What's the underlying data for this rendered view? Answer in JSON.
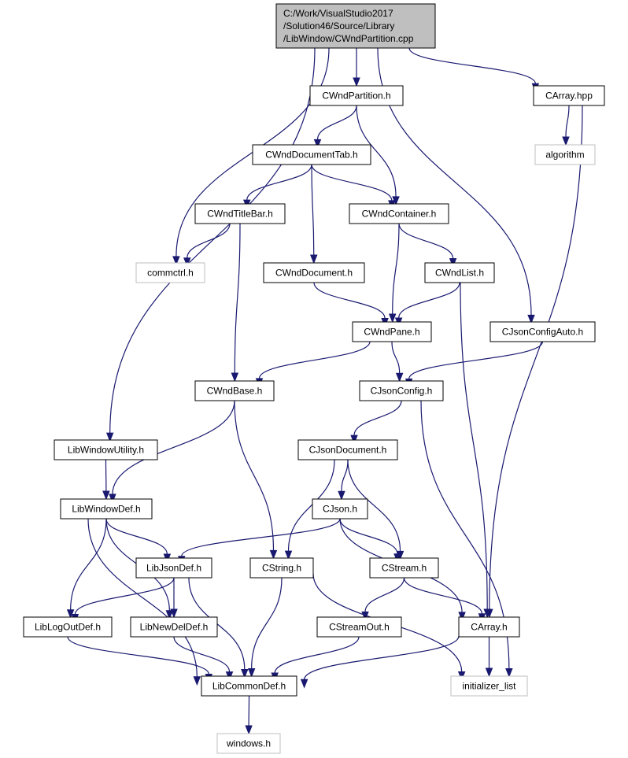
{
  "graph": {
    "root": {
      "lines": [
        "C:/Work/VisualStudio2017",
        "/Solution46/Source/Library",
        "/LibWindow/CWndPartition.cpp"
      ]
    },
    "nodes": [
      {
        "id": "CWndPartition_h",
        "label": "CWndPartition.h",
        "external": false
      },
      {
        "id": "CArray_hpp",
        "label": "CArray.hpp",
        "external": false
      },
      {
        "id": "algorithm",
        "label": "algorithm",
        "external": true
      },
      {
        "id": "CWndDocumentTab_h",
        "label": "CWndDocumentTab.h",
        "external": false
      },
      {
        "id": "CWndTitleBar_h",
        "label": "CWndTitleBar.h",
        "external": false
      },
      {
        "id": "CWndContainer_h",
        "label": "CWndContainer.h",
        "external": false
      },
      {
        "id": "commctrl_h",
        "label": "commctrl.h",
        "external": true
      },
      {
        "id": "CWndDocument_h",
        "label": "CWndDocument.h",
        "external": false
      },
      {
        "id": "CWndList_h",
        "label": "CWndList.h",
        "external": false
      },
      {
        "id": "CWndPane_h",
        "label": "CWndPane.h",
        "external": false
      },
      {
        "id": "CJsonConfigAuto_h",
        "label": "CJsonConfigAuto.h",
        "external": false
      },
      {
        "id": "CWndBase_h",
        "label": "CWndBase.h",
        "external": false
      },
      {
        "id": "CJsonConfig_h",
        "label": "CJsonConfig.h",
        "external": false
      },
      {
        "id": "LibWindowUtility_h",
        "label": "LibWindowUtility.h",
        "external": false
      },
      {
        "id": "CJsonDocument_h",
        "label": "CJsonDocument.h",
        "external": false
      },
      {
        "id": "LibWindowDef_h",
        "label": "LibWindowDef.h",
        "external": false
      },
      {
        "id": "CJson_h",
        "label": "CJson.h",
        "external": false
      },
      {
        "id": "LibJsonDef_h",
        "label": "LibJsonDef.h",
        "external": false
      },
      {
        "id": "CString_h",
        "label": "CString.h",
        "external": false
      },
      {
        "id": "CStream_h",
        "label": "CStream.h",
        "external": false
      },
      {
        "id": "LibLogOutDef_h",
        "label": "LibLogOutDef.h",
        "external": false
      },
      {
        "id": "LibNewDelDef_h",
        "label": "LibNewDelDef.h",
        "external": false
      },
      {
        "id": "CStreamOut_h",
        "label": "CStreamOut.h",
        "external": false
      },
      {
        "id": "CArray_h",
        "label": "CArray.h",
        "external": false
      },
      {
        "id": "LibCommonDef_h",
        "label": "LibCommonDef.h",
        "external": false
      },
      {
        "id": "initializer_list",
        "label": "initializer_list",
        "external": true
      },
      {
        "id": "windows_h",
        "label": "windows.h",
        "external": true
      }
    ],
    "edges": [
      {
        "from": "root",
        "to": "CWndPartition_h"
      },
      {
        "from": "root",
        "to": "CArray_hpp"
      },
      {
        "from": "root",
        "to": "commctrl_h"
      },
      {
        "from": "root",
        "to": "LibWindowUtility_h"
      },
      {
        "from": "root",
        "to": "CJsonConfigAuto_h"
      },
      {
        "from": "CWndPartition_h",
        "to": "CWndDocumentTab_h"
      },
      {
        "from": "CWndPartition_h",
        "to": "CWndContainer_h"
      },
      {
        "from": "CArray_hpp",
        "to": "algorithm"
      },
      {
        "from": "CArray_hpp",
        "to": "CArray_h"
      },
      {
        "from": "CWndDocumentTab_h",
        "to": "CWndTitleBar_h"
      },
      {
        "from": "CWndDocumentTab_h",
        "to": "CWndContainer_h"
      },
      {
        "from": "CWndDocumentTab_h",
        "to": "CWndDocument_h"
      },
      {
        "from": "CWndTitleBar_h",
        "to": "commctrl_h"
      },
      {
        "from": "CWndTitleBar_h",
        "to": "CWndBase_h"
      },
      {
        "from": "CWndContainer_h",
        "to": "CWndList_h"
      },
      {
        "from": "CWndContainer_h",
        "to": "CWndPane_h"
      },
      {
        "from": "CWndDocument_h",
        "to": "CWndPane_h"
      },
      {
        "from": "CWndList_h",
        "to": "CWndPane_h"
      },
      {
        "from": "CWndList_h",
        "to": "CArray_h"
      },
      {
        "from": "CWndPane_h",
        "to": "CWndBase_h"
      },
      {
        "from": "CWndPane_h",
        "to": "CJsonConfig_h"
      },
      {
        "from": "CJsonConfigAuto_h",
        "to": "CJsonConfig_h"
      },
      {
        "from": "CWndBase_h",
        "to": "LibWindowDef_h"
      },
      {
        "from": "CWndBase_h",
        "to": "CString_h"
      },
      {
        "from": "CJsonConfig_h",
        "to": "CJsonDocument_h"
      },
      {
        "from": "CJsonConfig_h",
        "to": "initializer_list"
      },
      {
        "from": "LibWindowUtility_h",
        "to": "LibWindowDef_h"
      },
      {
        "from": "CJsonDocument_h",
        "to": "CJson_h"
      },
      {
        "from": "CJsonDocument_h",
        "to": "CString_h"
      },
      {
        "from": "CJsonDocument_h",
        "to": "CStream_h"
      },
      {
        "from": "LibWindowDef_h",
        "to": "LibJsonDef_h"
      },
      {
        "from": "LibWindowDef_h",
        "to": "LibLogOutDef_h"
      },
      {
        "from": "LibWindowDef_h",
        "to": "LibNewDelDef_h"
      },
      {
        "from": "LibWindowDef_h",
        "to": "LibCommonDef_h"
      },
      {
        "from": "CJson_h",
        "to": "LibJsonDef_h"
      },
      {
        "from": "CJson_h",
        "to": "CStream_h"
      },
      {
        "from": "CJson_h",
        "to": "CArray_h"
      },
      {
        "from": "LibJsonDef_h",
        "to": "LibLogOutDef_h"
      },
      {
        "from": "LibJsonDef_h",
        "to": "LibNewDelDef_h"
      },
      {
        "from": "LibJsonDef_h",
        "to": "LibCommonDef_h"
      },
      {
        "from": "CString_h",
        "to": "LibCommonDef_h"
      },
      {
        "from": "CString_h",
        "to": "initializer_list"
      },
      {
        "from": "CStream_h",
        "to": "CStreamOut_h"
      },
      {
        "from": "CStream_h",
        "to": "CArray_h"
      },
      {
        "from": "LibLogOutDef_h",
        "to": "LibCommonDef_h"
      },
      {
        "from": "LibNewDelDef_h",
        "to": "LibCommonDef_h"
      },
      {
        "from": "CStreamOut_h",
        "to": "LibCommonDef_h"
      },
      {
        "from": "CArray_h",
        "to": "LibCommonDef_h"
      },
      {
        "from": "CArray_h",
        "to": "initializer_list"
      },
      {
        "from": "LibCommonDef_h",
        "to": "windows_h"
      }
    ],
    "colors": {
      "edge": "#191970",
      "node_border": "#000000",
      "external_border": "#bfbfbf",
      "root_fill": "#bfbfbf"
    }
  }
}
